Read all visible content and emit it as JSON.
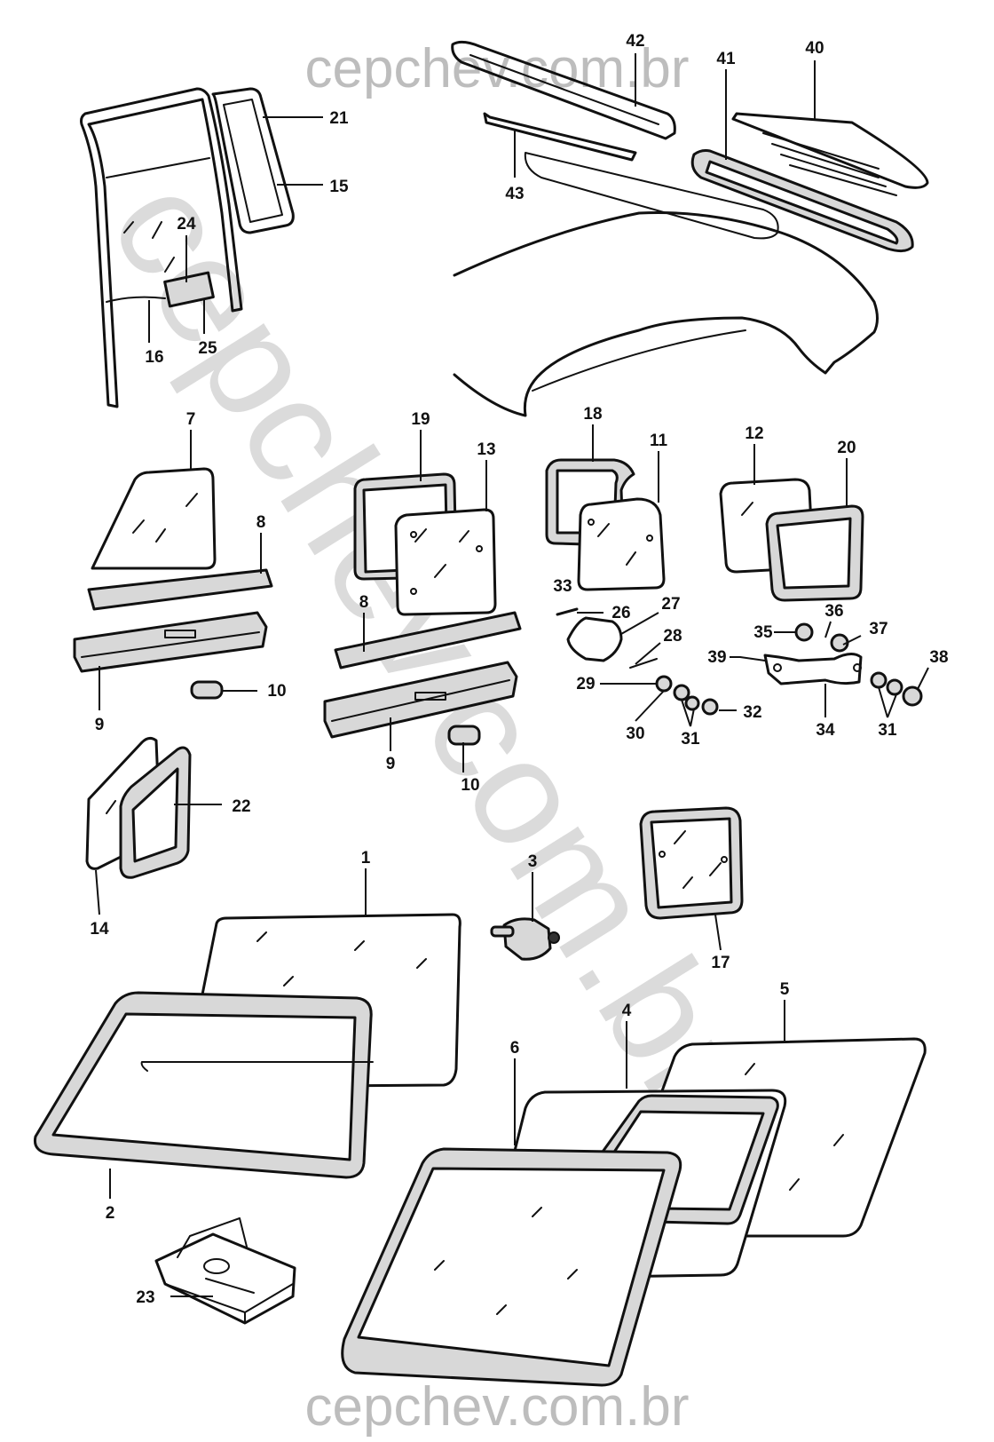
{
  "watermark": {
    "top": "cepchev.com.br",
    "diagonal": "cepchev.com.br",
    "bottom": "cepchev.com.br"
  },
  "callouts": {
    "c1": "1",
    "c2": "2",
    "c3": "3",
    "c4": "4",
    "c5": "5",
    "c6": "6",
    "c7": "7",
    "c8a": "8",
    "c8b": "8",
    "c9a": "9",
    "c9b": "9",
    "c10a": "10",
    "c10b": "10",
    "c11": "11",
    "c12": "12",
    "c13": "13",
    "c14": "14",
    "c15": "15",
    "c16": "16",
    "c17": "17",
    "c18": "18",
    "c19": "19",
    "c20": "20",
    "c21": "21",
    "c22": "22",
    "c23": "23",
    "c24": "24",
    "c25": "25",
    "c26": "26",
    "c27": "27",
    "c28": "28",
    "c29": "29",
    "c30": "30",
    "c31a": "31",
    "c31b": "31",
    "c32": "32",
    "c33": "33",
    "c34": "34",
    "c35": "35",
    "c36": "36",
    "c37": "37",
    "c38": "38",
    "c39": "39",
    "c40": "40",
    "c41": "41",
    "c42": "42",
    "c43": "43"
  }
}
